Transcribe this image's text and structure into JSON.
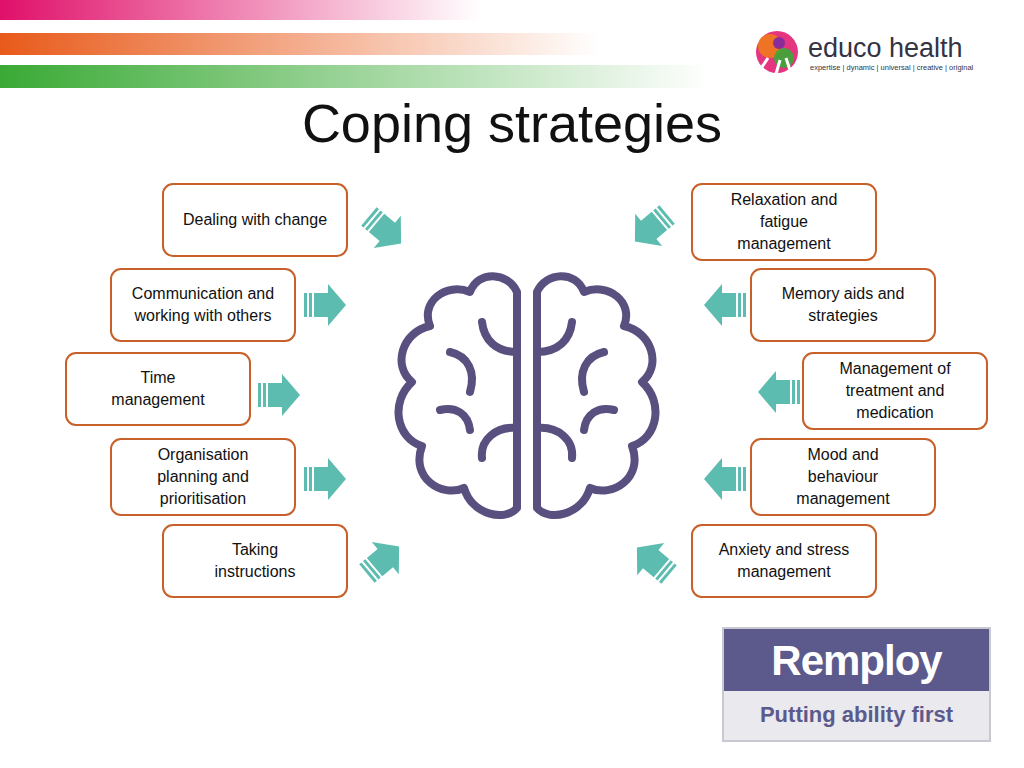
{
  "diagram": {
    "title": "Coping strategies",
    "nodes": [
      {
        "text": [
          "Dealing with change"
        ]
      },
      {
        "text": [
          "Relaxation and fatigue management"
        ]
      },
      {
        "text": [
          "Communication and working with others"
        ]
      },
      {
        "text": [
          "Memory aids and strategies"
        ]
      },
      {
        "text": [
          "Time management"
        ]
      },
      {
        "text": [
          "Management of treatment and medication"
        ]
      },
      {
        "text": [
          "Organisation planning and prioritisation"
        ]
      },
      {
        "text": [
          "Mood and behaviour management"
        ]
      },
      {
        "text": [
          "Taking instructions"
        ]
      },
      {
        "text": [
          "Anxiety and stress management"
        ]
      }
    ],
    "labels": [
      "educo health",
      "expertise | dynamic | universal | creative | original",
      "Remploy",
      "Putting ability first"
    ]
  }
}
